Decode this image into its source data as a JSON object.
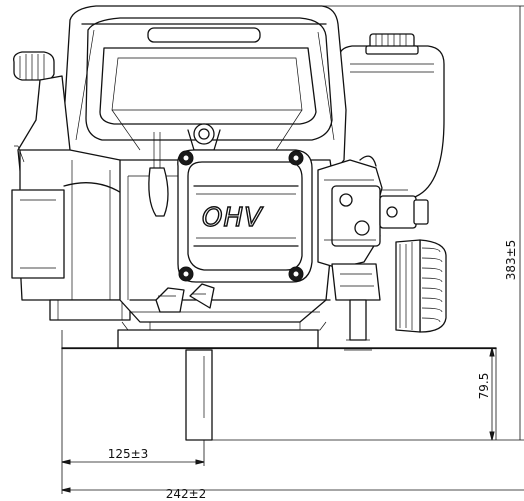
{
  "logo": {
    "text": "OHV"
  },
  "dimensions": {
    "total_height": "383±5",
    "shaft_height": "79.5",
    "shaft_offset": "125±3",
    "base_width": "242±2"
  }
}
